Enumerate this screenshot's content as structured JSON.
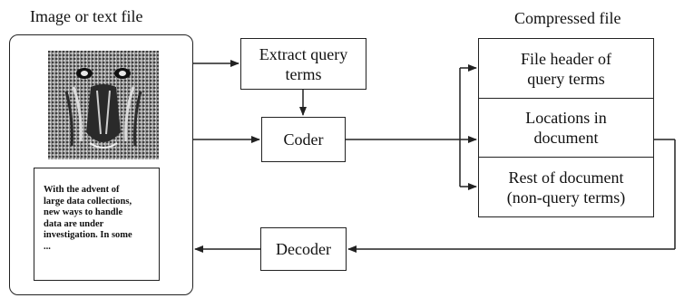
{
  "input_label": "Image or text file",
  "compressed_label": "Compressed file",
  "extract_box": "Extract query\nterms",
  "coder_box": "Coder",
  "decoder_box": "Decoder",
  "file_sections": [
    "File header of\nquery terms",
    "Locations in\ndocument",
    "Rest of document\n(non-query terms)"
  ],
  "doc_text": "With the advent of\nlarge data collections,\nnew ways to handle\ndata are under\ninvestigation.  In some\n...",
  "image_subject": "baboon-face-image"
}
